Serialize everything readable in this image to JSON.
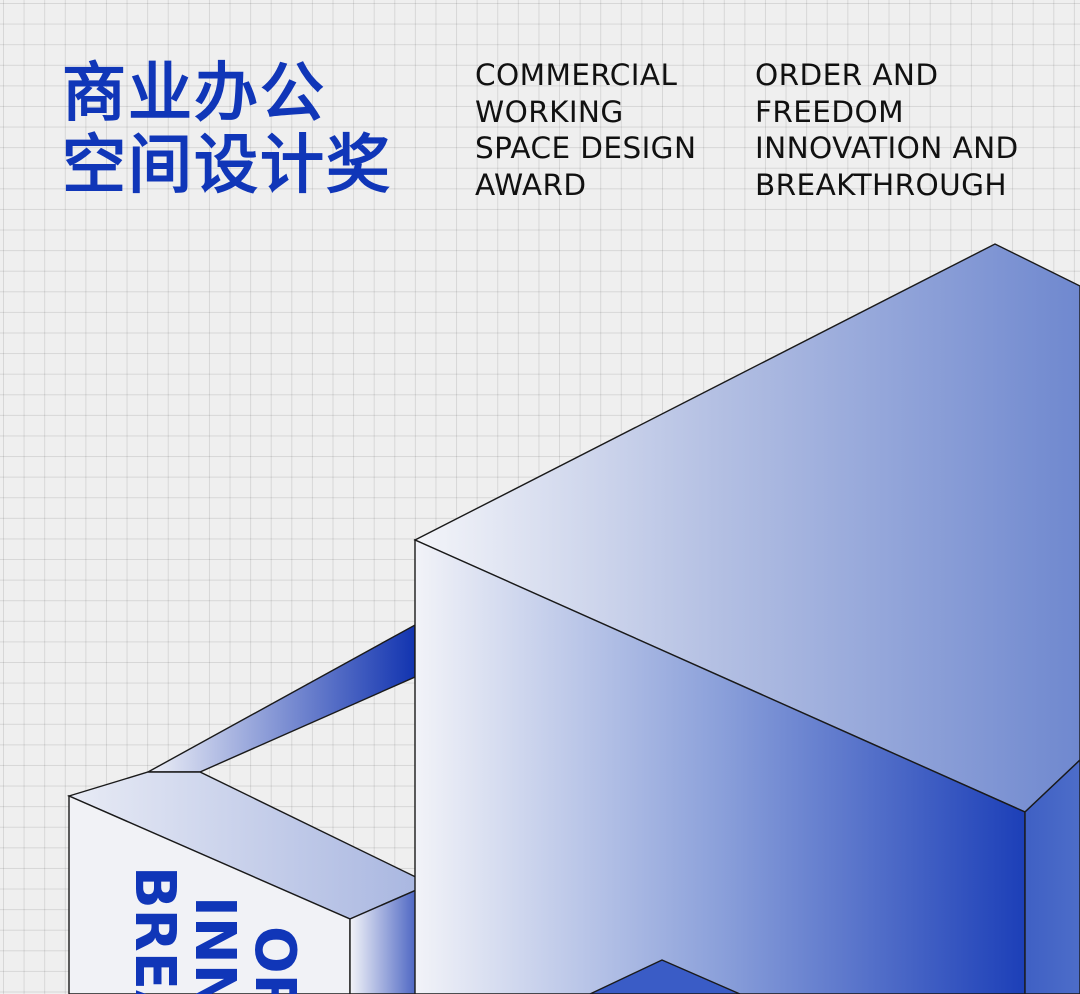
{
  "title_cn": [
    "商业办公",
    "空间设计奖"
  ],
  "award_name_en": [
    "COMMERCIAL",
    "WORKING",
    "SPACE DESIGN",
    "AWARD"
  ],
  "theme_en": [
    "ORDER AND",
    "FREEDOM",
    "INNOVATION AND",
    "BREAKTHROUGH"
  ],
  "side_text": [
    "BREA",
    "INN",
    "OR"
  ],
  "colors": {
    "accent_blue": "#1036b8",
    "deep_blue": "#0a2fa6",
    "background": "#efefef",
    "text_dark": "#111111"
  }
}
